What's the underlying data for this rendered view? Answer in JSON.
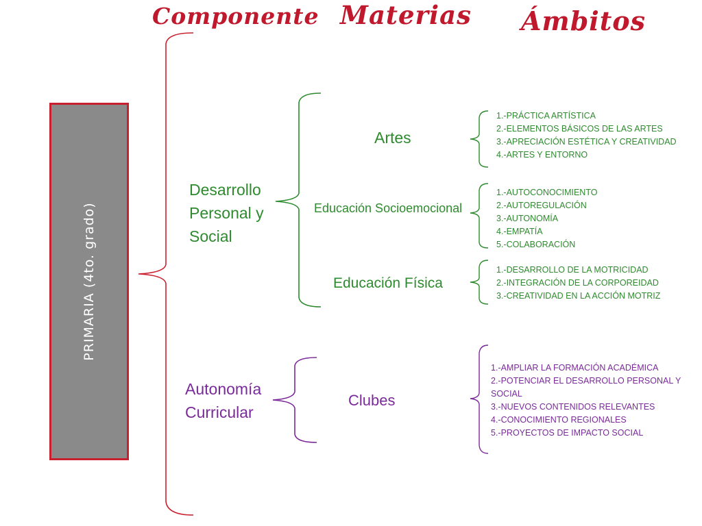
{
  "headers": {
    "componente": "Componente",
    "materias": "Materias",
    "ambitos": "Ámbitos"
  },
  "level": "PRIMARIA  (4to. grado)",
  "components": {
    "dps": "Desarrollo Personal y Social",
    "ac": "Autonomía Curricular"
  },
  "subjects": {
    "artes": "Artes",
    "socio": "Educación Socioemocional",
    "fisica": "Educación Física",
    "clubes": "Clubes"
  },
  "ambitos": {
    "artes": [
      "1.-PRÁCTICA ARTÍSTICA",
      "2.-ELEMENTOS BÁSICOS DE LAS ARTES",
      "3.-APRECIACIÓN ESTÉTICA Y CREATIVIDAD",
      "4.-ARTES Y ENTORNO"
    ],
    "socio": [
      "1.-AUTOCONOCIMIENTO",
      "2.-AUTOREGULACIÓN",
      "3.-AUTONOMÍA",
      "4.-EMPATÍA",
      "5.-COLABORACIÓN"
    ],
    "fisica": [
      "1.-DESARROLLO DE LA MOTRICIDAD",
      "2.-INTEGRACIÓN DE LA CORPOREIDAD",
      "3.-CREATIVIDAD EN LA ACCIÓN MOTRIZ"
    ],
    "clubes": [
      "1.-AMPLIAR LA FORMACIÓN ACADÉMICA",
      "2.-POTENCIAR EL DESARROLLO PERSONAL Y SOCIAL",
      "3.-NUEVOS CONTENIDOS RELEVANTES",
      "4.-CONOCIMIENTO REGIONALES",
      "5.-PROYECTOS DE IMPACTO SOCIAL"
    ]
  },
  "colors": {
    "header": "#c0182c",
    "green": "#2e8a2e",
    "purple": "#7a2a99",
    "box_fill": "#8a8a8a",
    "box_border": "#c8202e"
  }
}
